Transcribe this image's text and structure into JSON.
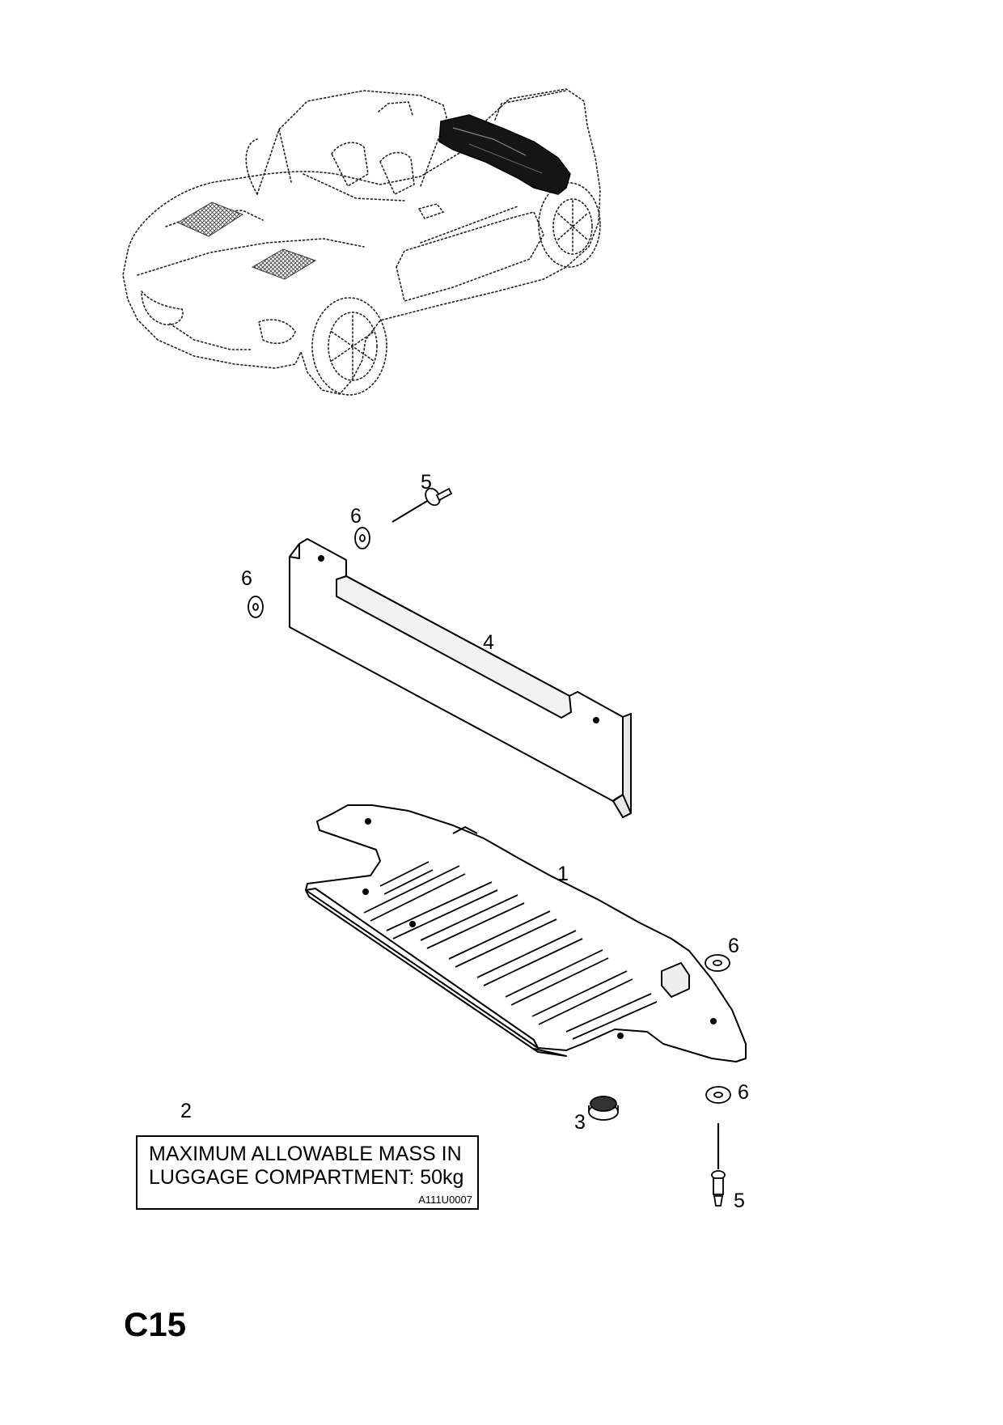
{
  "callouts": {
    "part_1": "1",
    "part_2": "2",
    "part_3": "3",
    "part_4": "4",
    "part_5_top": "5",
    "part_5_bottom": "5",
    "part_6_top_left": "6",
    "part_6_top_center": "6",
    "part_6_right_upper": "6",
    "part_6_right_lower": "6"
  },
  "label_plate": {
    "line1": "MAXIMUM ALLOWABLE MASS IN",
    "line2": "LUGGAGE COMPARTMENT:  50kg",
    "drawing_code": "A111U0007"
  },
  "page_code": "C15",
  "icons": {
    "car": "roadster-car-outline-icon",
    "highlight": "highlighted-rear-compartment-icon",
    "washer": "washer-icon",
    "rivet": "rivet-icon",
    "grommet": "grommet-icon",
    "panel": "partition-panel-icon",
    "tray": "floor-tray-icon"
  },
  "colors": {
    "line": "#000000",
    "background": "#ffffff",
    "highlight": "#111111",
    "hatch": "#444444"
  }
}
